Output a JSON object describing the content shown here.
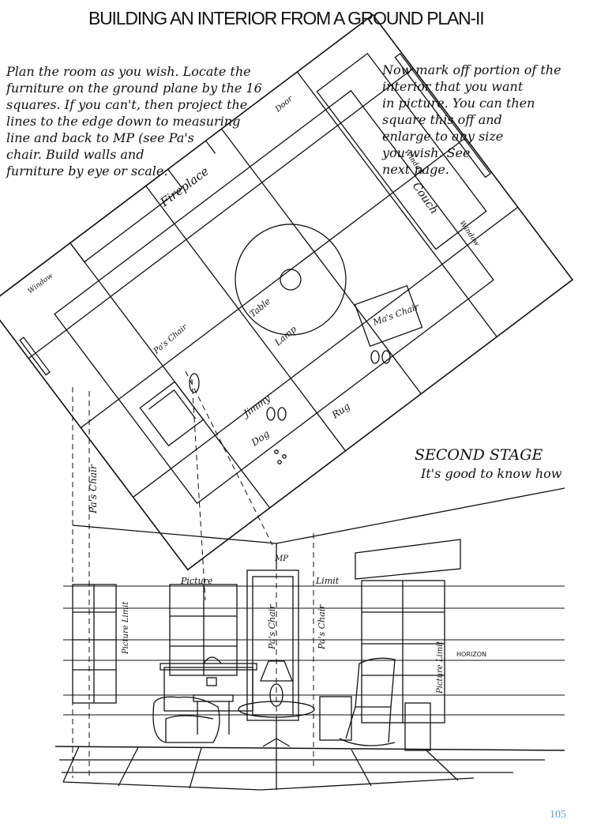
{
  "page": {
    "title": "BUILDING AN INTERIOR FROM A GROUND PLAN-II",
    "page_number": "105"
  },
  "notes": {
    "left": [
      "Plan the room as you wish. Locate the",
      "furniture on the ground plane by the 16",
      "squares. If you can't, then project the",
      "lines to the edge down to measuring",
      "line and back to MP (see Pa's",
      "chair. Build walls and",
      "furniture by eye or scale."
    ],
    "right": [
      "Now mark off portion of the",
      "interior that you want",
      "in picture. You can then",
      "square this off and",
      "enlarge to any size",
      "you wish. See",
      "next page."
    ],
    "stage_title": "SECOND STAGE",
    "stage_sub": "It's good to know how"
  },
  "plan_labels": {
    "door": "Door",
    "fireplace": "Fireplace",
    "window_left": "Window",
    "window_top_right": "Window",
    "window_right": "Window",
    "couch": "Couch",
    "table": "Table",
    "lamp": "Lamp",
    "pas_chair": "Pa's Chair",
    "mas_chair": "Ma's Chair",
    "jimmy": "Jimmy",
    "dog": "Dog",
    "rug": "Rug"
  },
  "perspective_labels": {
    "pas_chair_left": "Pa's Chair",
    "picture_limit_left": "Picture Limit",
    "picture": "Picture",
    "mp": "MP",
    "pas_chair_mid": "Pa's Chair",
    "pas_chair_right": "Pa's Chair",
    "limit": "Limit",
    "horizon": "HORIZON",
    "picture_limit_right": "Picture Limit"
  }
}
